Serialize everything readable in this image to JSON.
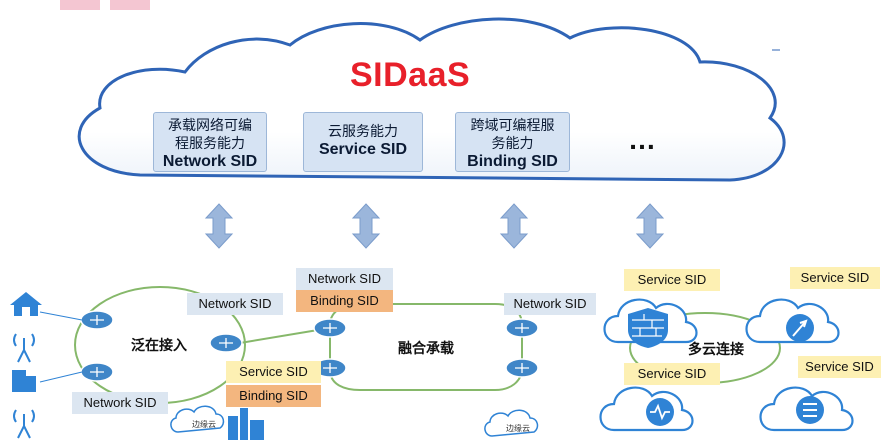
{
  "cloud_title": "SIDaaS",
  "capabilities": [
    {
      "line1": "承载网络可编",
      "line2": "程服务能力",
      "line3": "Network SID"
    },
    {
      "line1": "云服务能力",
      "line2": "",
      "line3": "Service SID"
    },
    {
      "line1": "跨域可编程服",
      "line2": "务能力",
      "line3": "Binding SID"
    }
  ],
  "more_indicator": "…",
  "regions": {
    "access": "泛在接入",
    "bearer": "融合承载",
    "multicloud": "多云连接"
  },
  "tags": {
    "access_network_sid": "Network SID",
    "access_network_sid_bottom": "Network SID",
    "access_service_sid": "Service SID",
    "access_binding_sid": "Binding SID",
    "bearer_network_sid_top": "Network SID",
    "bearer_binding_sid": "Binding  SID",
    "bearer_network_sid_right": "Network SID",
    "mc_service_sid_1": "Service SID",
    "mc_service_sid_2": "Service SID",
    "mc_service_sid_3": "Service SID",
    "mc_service_sid_4": "Service SID"
  },
  "edge_clouds": [
    "边缘云",
    "边缘云"
  ],
  "colors": {
    "title_red": "#e8202a",
    "cloud_outline": "#2f64b6",
    "arrow_fill": "#9bb6db",
    "ring_green": "#86b86a",
    "router_blue": "#3f86c8",
    "icon_blue": "#2f83d5"
  },
  "icons": [
    "house-icon",
    "antenna-icon",
    "building-icon",
    "router-icon",
    "firewall-icon",
    "rocket-icon",
    "monitor-icon",
    "database-icon"
  ]
}
